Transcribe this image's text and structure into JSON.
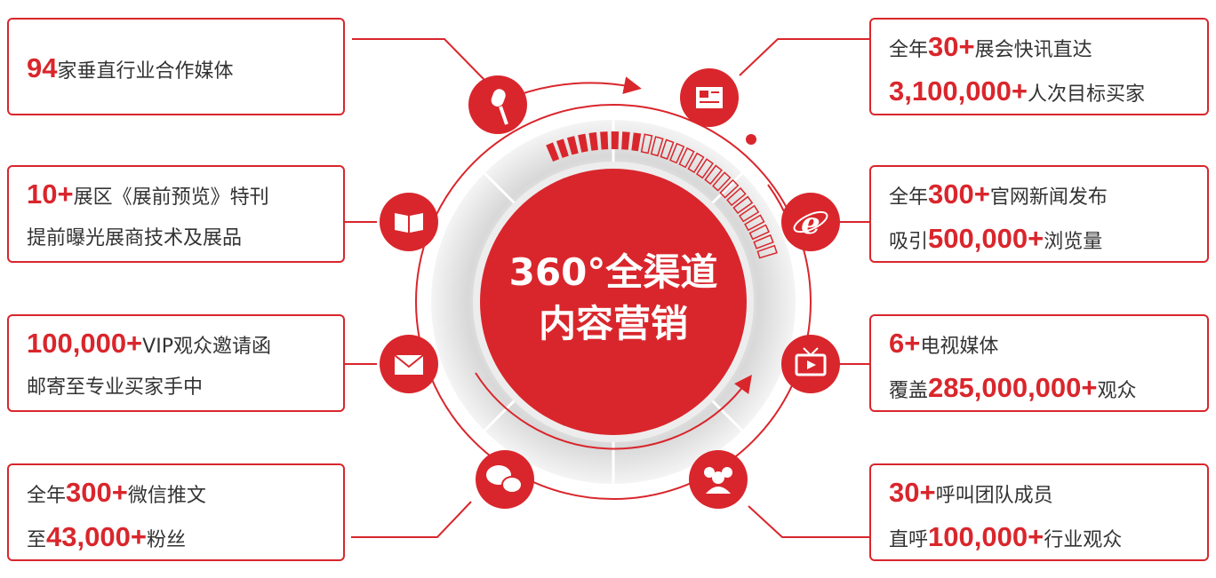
{
  "colors": {
    "accent": "#d9262c",
    "text": "#333333",
    "ring": "#cccccc"
  },
  "center": {
    "line1": "360°全渠道",
    "line2": "内容营销"
  },
  "left_items": [
    {
      "icon": "microphone-icon",
      "parts": [
        {
          "a": "94",
          "b": "家垂直行业合作媒体"
        }
      ]
    },
    {
      "icon": "book-icon",
      "parts": [
        {
          "a": "10+",
          "b": "展区《展前预览》特刊"
        },
        {
          "a": "",
          "b": "提前曝光展商技术及展品"
        }
      ]
    },
    {
      "icon": "envelope-icon",
      "parts": [
        {
          "a": "100,000+",
          "b": "VIP观众邀请函"
        },
        {
          "a": "",
          "b": "邮寄至专业买家手中"
        }
      ]
    },
    {
      "icon": "wechat-icon",
      "parts": [
        {
          "pre": "全年",
          "a": "300+",
          "b": "微信推文"
        },
        {
          "pre": "至",
          "a": "43,000+",
          "b": "粉丝"
        }
      ]
    }
  ],
  "right_items": [
    {
      "icon": "newspaper-icon",
      "parts": [
        {
          "pre": "全年",
          "a": "30+",
          "b": "展会快讯直达"
        },
        {
          "a": "3,100,000+",
          "b": "人次目标买家"
        }
      ]
    },
    {
      "icon": "ie-browser-icon",
      "parts": [
        {
          "pre": "全年",
          "a": "300+",
          "b": "官网新闻发布"
        },
        {
          "pre": "吸引",
          "a": "500,000+",
          "b": "浏览量"
        }
      ]
    },
    {
      "icon": "tv-icon",
      "parts": [
        {
          "a": "6+",
          "b": "电视媒体"
        },
        {
          "pre": "覆盖",
          "a": "285,000,000+",
          "b": "观众"
        }
      ]
    },
    {
      "icon": "people-icon",
      "parts": [
        {
          "a": "30+",
          "b": "呼叫团队成员"
        },
        {
          "pre": "直呼",
          "a": "100,000+",
          "b": "行业观众"
        }
      ]
    }
  ]
}
